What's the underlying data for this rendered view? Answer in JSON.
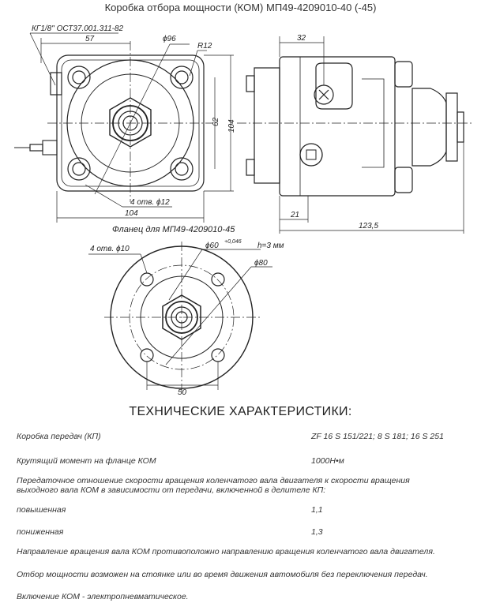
{
  "title": "Коробка отбора мощности (КОМ) МП49-4209010-40 (-45)",
  "drawing": {
    "thread_label": "КГ1/8\" ОСТ37.001.311-82",
    "dim_57": "57",
    "dim_d96": "ϕ96",
    "dim_r12": "R12",
    "dim_62": "62",
    "dim_104_v": "104",
    "dim_holes_top": "4 отв. ϕ12",
    "dim_104_h": "104",
    "dim_32": "32",
    "dim_21": "21",
    "dim_123_5": "123,5",
    "flange_caption": "Фланец для МП49-4209010-45",
    "dim_holes_flange": "4 отв. ϕ10",
    "dim_d60": "ϕ60",
    "dim_d60_tol": "+0,046",
    "dim_h": "h=3 мм",
    "dim_d80": "ϕ80",
    "dim_50": "50"
  },
  "specs": {
    "heading": "ТЕХНИЧЕСКИЕ ХАРАКТЕРИСТИКИ:",
    "gearbox_label": "Коробка передач (КП)",
    "gearbox_value": "ZF 16 S 151/221; 8 S 181; 16 S 251",
    "torque_label": "Крутящий момент на фланце КОМ",
    "torque_value": "1000Н•м",
    "ratio_line1": "Передаточное отношение скорости вращения коленчатого вала двигателя к скорости вращения",
    "ratio_line2": "выходного вала КОМ в зависимости от передачи, включенной в делителе КП:",
    "high_label": "повышенная",
    "high_value": "1,1",
    "low_label": "пониженная",
    "low_value": "1,3",
    "rotation": "Направление вращения вала  КОМ  противоположно  направлению  вращения коленчатого вала двигателя.",
    "takeoff": "Отбор мощности возможен  на стоянке или во время движения автомобиля без переключения передач.",
    "engage": "Включение КОМ - электропневматическое."
  }
}
